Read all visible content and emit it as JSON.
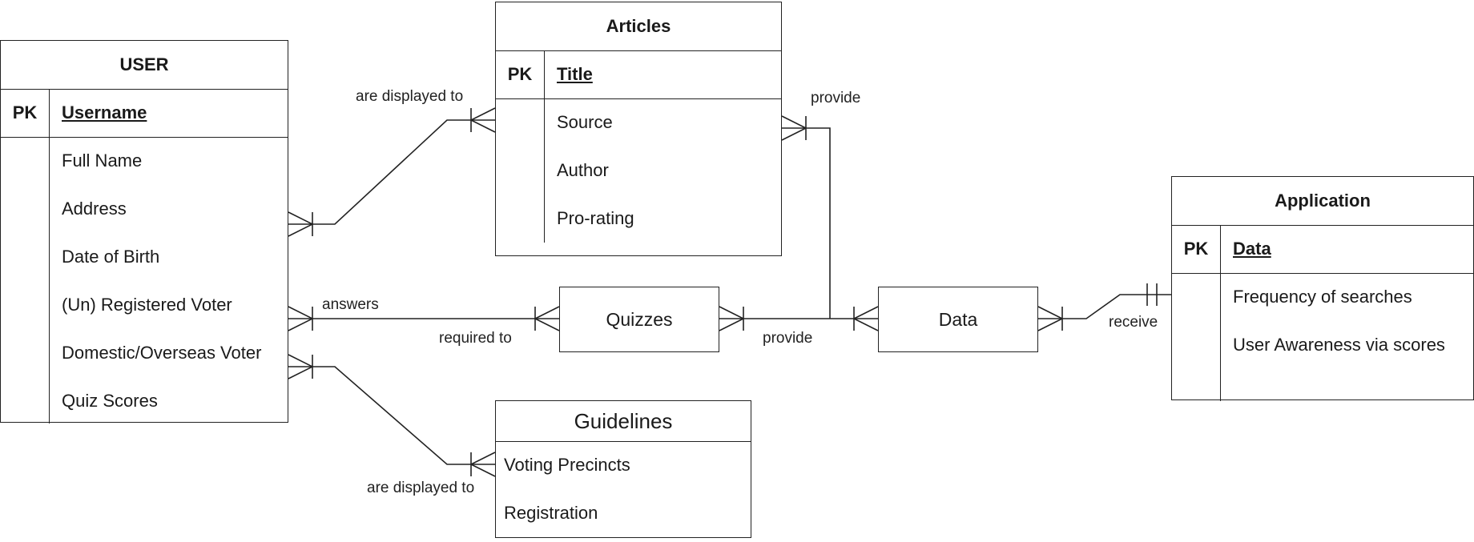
{
  "entities": {
    "user": {
      "title": "USER",
      "pk_label": "PK",
      "pk_field": "Username",
      "fields": [
        "Full Name",
        "Address",
        "Date of Birth",
        "(Un) Registered Voter",
        "Domestic/Overseas Voter",
        "Quiz Scores"
      ]
    },
    "articles": {
      "title": "Articles",
      "pk_label": "PK",
      "pk_field": "Title",
      "fields": [
        "Source",
        "Author",
        "Pro-rating"
      ]
    },
    "application": {
      "title": "Application",
      "pk_label": "PK",
      "pk_field": "Data",
      "fields": [
        "Frequency of searches",
        "User Awareness via scores"
      ]
    },
    "guidelines": {
      "title": "Guidelines",
      "fields": [
        "Voting Precincts",
        "Registration"
      ]
    }
  },
  "relationships": {
    "quizzes": "Quizzes",
    "data": "Data"
  },
  "labels": {
    "are_displayed_to_articles": "are displayed to",
    "provide_articles": "provide",
    "answers": "answers",
    "required_to": "required to",
    "provide_quizzes": "provide",
    "receive": "receive",
    "are_displayed_to_guidelines": "are displayed to"
  }
}
